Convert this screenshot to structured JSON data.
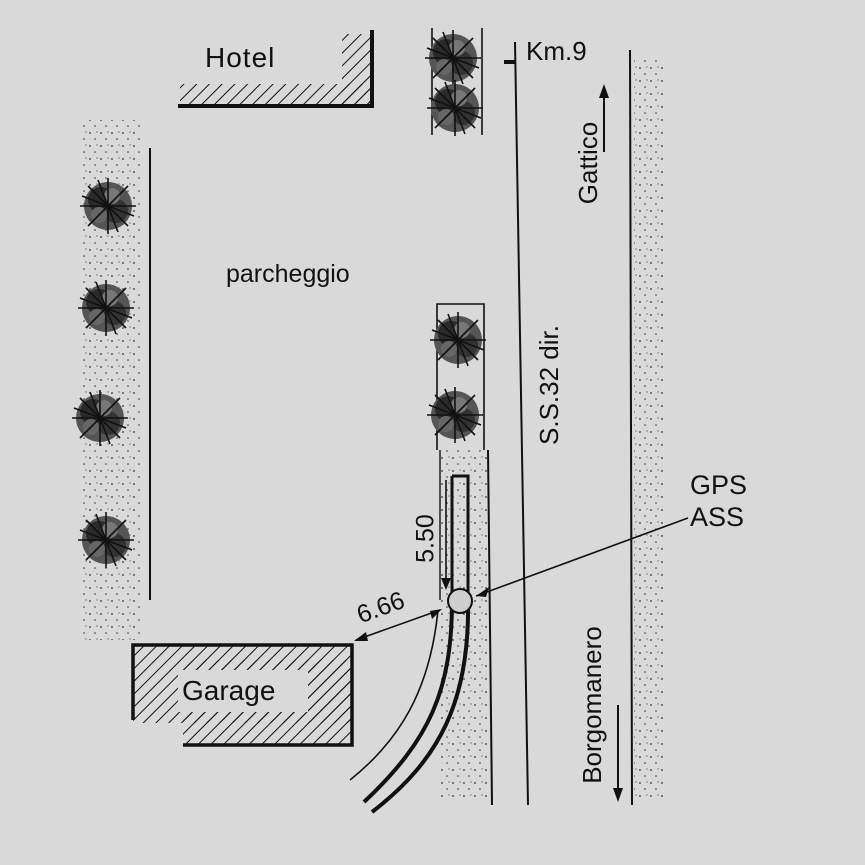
{
  "labels": {
    "hotel": "Hotel",
    "km": "Km.9",
    "direction_north": "Gattico",
    "parking": "parcheggio",
    "road": "S.S.32 dir.",
    "gps_line1": "GPS",
    "gps_line2": "ASS",
    "distance_vertical": "5.50",
    "distance_horizontal": "6.66",
    "garage": "Garage",
    "direction_south": "Borgomanero"
  },
  "colors": {
    "background": "#d9d9d9",
    "ink": "#111111",
    "marker_fill": "#cfcfcf"
  }
}
